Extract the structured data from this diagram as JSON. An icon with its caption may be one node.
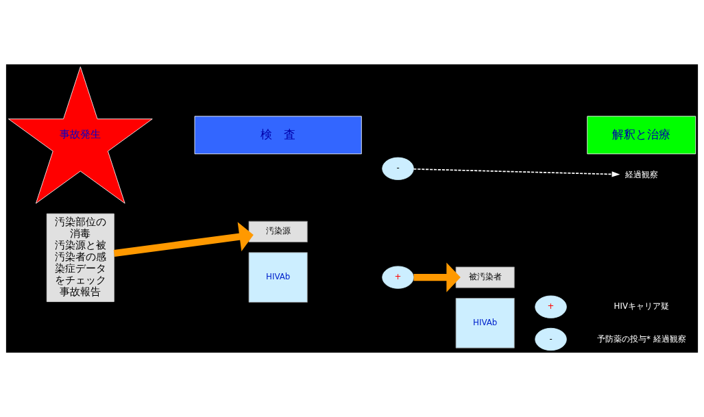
{
  "diagram": {
    "nodes": [
      {
        "text": [
          "事故発生"
        ]
      },
      {
        "text": [
          "検　査"
        ]
      },
      {
        "text": [
          "解釈と治療"
        ]
      },
      {
        "text": [
          "汚染部位の消毒",
          "汚染源と被汚染者の感染症データをチェック",
          "事故報告"
        ]
      },
      {
        "text": [
          "汚染源"
        ]
      },
      {
        "text": [
          "HIVAb"
        ]
      },
      {
        "text": [
          "-"
        ]
      },
      {
        "text": [
          "経過観察"
        ]
      },
      {
        "text": [
          "+"
        ]
      },
      {
        "text": [
          "被汚染者"
        ]
      },
      {
        "text": [
          "HIVAb"
        ]
      },
      {
        "text": [
          "+"
        ]
      },
      {
        "text": [
          "HIVキャリア疑"
        ]
      },
      {
        "text": [
          "-"
        ]
      },
      {
        "text": [
          "予防薬の投与* 経過観察"
        ]
      }
    ],
    "edges": [
      {
        "from": 3,
        "to": 4,
        "arrow": "to"
      },
      {
        "from": 6,
        "to": 7,
        "arrow": "to",
        "style": "dashed",
        "color": "#ffffff"
      },
      {
        "from": 8,
        "to": 9,
        "arrow": "to"
      }
    ]
  }
}
